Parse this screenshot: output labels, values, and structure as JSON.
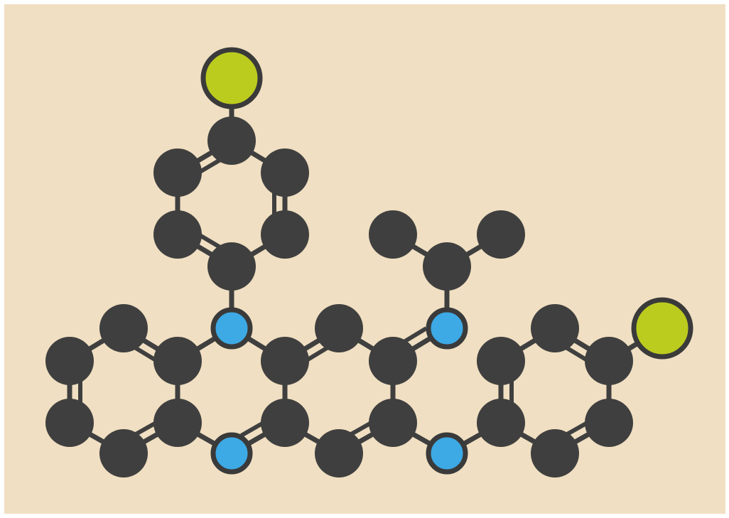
{
  "figure": {
    "subject": "clofazimine",
    "style": "flat skeletal ball-and-stick",
    "atom_colors": {
      "carbon": "#3f3f3f",
      "nitrogen": "#3da9e5",
      "chlorine": "#bccc1e",
      "outline": "#3a3a3a",
      "bond": "#3f3f3f",
      "background": "#f0dfc2",
      "frame": "#ffffff"
    },
    "atoms": [
      {
        "id": "a1",
        "element": "C"
      },
      {
        "id": "a2",
        "element": "C"
      },
      {
        "id": "a3",
        "element": "C"
      },
      {
        "id": "a4",
        "element": "C"
      },
      {
        "id": "a5",
        "element": "C"
      },
      {
        "id": "a6",
        "element": "C"
      },
      {
        "id": "n1",
        "element": "N"
      },
      {
        "id": "n2",
        "element": "N"
      },
      {
        "id": "b1",
        "element": "C"
      },
      {
        "id": "b2",
        "element": "C"
      },
      {
        "id": "c1",
        "element": "C"
      },
      {
        "id": "c2",
        "element": "C"
      },
      {
        "id": "c3",
        "element": "C"
      },
      {
        "id": "c4",
        "element": "C"
      },
      {
        "id": "n3",
        "element": "N"
      },
      {
        "id": "i1",
        "element": "C"
      },
      {
        "id": "i2",
        "element": "C"
      },
      {
        "id": "i3",
        "element": "C"
      },
      {
        "id": "n4",
        "element": "N"
      },
      {
        "id": "d1",
        "element": "C"
      },
      {
        "id": "d2",
        "element": "C"
      },
      {
        "id": "d3",
        "element": "C"
      },
      {
        "id": "d4",
        "element": "C"
      },
      {
        "id": "d5",
        "element": "C"
      },
      {
        "id": "d6",
        "element": "C"
      },
      {
        "id": "cl2",
        "element": "Cl"
      },
      {
        "id": "p1",
        "element": "C"
      },
      {
        "id": "p2",
        "element": "C"
      },
      {
        "id": "p3",
        "element": "C"
      },
      {
        "id": "p4",
        "element": "C"
      },
      {
        "id": "p5",
        "element": "C"
      },
      {
        "id": "p6",
        "element": "C"
      },
      {
        "id": "cl1",
        "element": "Cl"
      }
    ],
    "bonds": [
      [
        "a1",
        "a2",
        1
      ],
      [
        "a2",
        "a3",
        2
      ],
      [
        "a3",
        "a4",
        1
      ],
      [
        "a4",
        "a5",
        2
      ],
      [
        "a5",
        "a6",
        1
      ],
      [
        "a6",
        "a1",
        2
      ],
      [
        "a3",
        "n1",
        1
      ],
      [
        "n1",
        "b1",
        1
      ],
      [
        "b1",
        "b2",
        1
      ],
      [
        "b2",
        "n2",
        2
      ],
      [
        "n2",
        "a4",
        1
      ],
      [
        "b1",
        "c1",
        2
      ],
      [
        "c1",
        "c2",
        1
      ],
      [
        "c2",
        "c3",
        1
      ],
      [
        "c3",
        "c4",
        2
      ],
      [
        "c4",
        "b2",
        1
      ],
      [
        "c2",
        "n3",
        2
      ],
      [
        "n3",
        "i1",
        1
      ],
      [
        "i1",
        "i2",
        1
      ],
      [
        "i1",
        "i3",
        1
      ],
      [
        "c3",
        "n4",
        1
      ],
      [
        "n4",
        "d1",
        1
      ],
      [
        "d1",
        "d2",
        2
      ],
      [
        "d2",
        "d3",
        1
      ],
      [
        "d3",
        "d4",
        2
      ],
      [
        "d4",
        "d5",
        1
      ],
      [
        "d5",
        "d6",
        2
      ],
      [
        "d6",
        "d1",
        1
      ],
      [
        "d4",
        "cl2",
        1
      ],
      [
        "n1",
        "p1",
        1
      ],
      [
        "p1",
        "p2",
        2
      ],
      [
        "p2",
        "p3",
        1
      ],
      [
        "p3",
        "p4",
        2
      ],
      [
        "p4",
        "p5",
        1
      ],
      [
        "p5",
        "p6",
        2
      ],
      [
        "p6",
        "p1",
        1
      ],
      [
        "p4",
        "cl1",
        1
      ]
    ]
  }
}
